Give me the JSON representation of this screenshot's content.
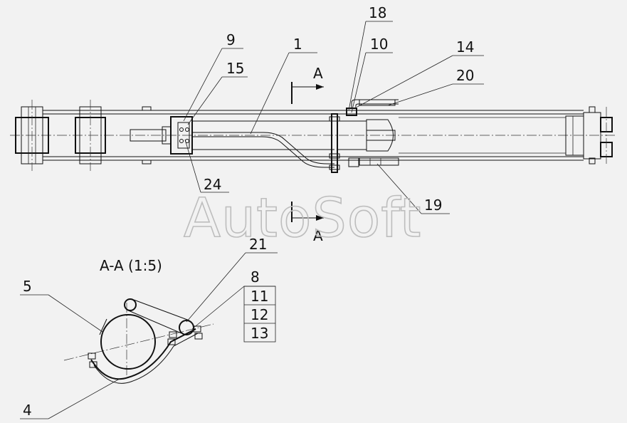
{
  "callouts": {
    "c18": "18",
    "c10": "10",
    "c14": "14",
    "c20": "20",
    "c9": "9",
    "c1": "1",
    "c15": "15",
    "c24": "24",
    "c19": "19",
    "c21": "21",
    "c8": "8",
    "c11": "11",
    "c12": "12",
    "c13": "13",
    "c5": "5",
    "c4": "4"
  },
  "section": {
    "marker_top": "A",
    "marker_bottom": "A",
    "title": "A-A (1:5)"
  },
  "watermark": "AutoSoft",
  "colors": {
    "line": "#111111",
    "background": "#f2f2f2",
    "watermark": "#bdbdbd"
  }
}
